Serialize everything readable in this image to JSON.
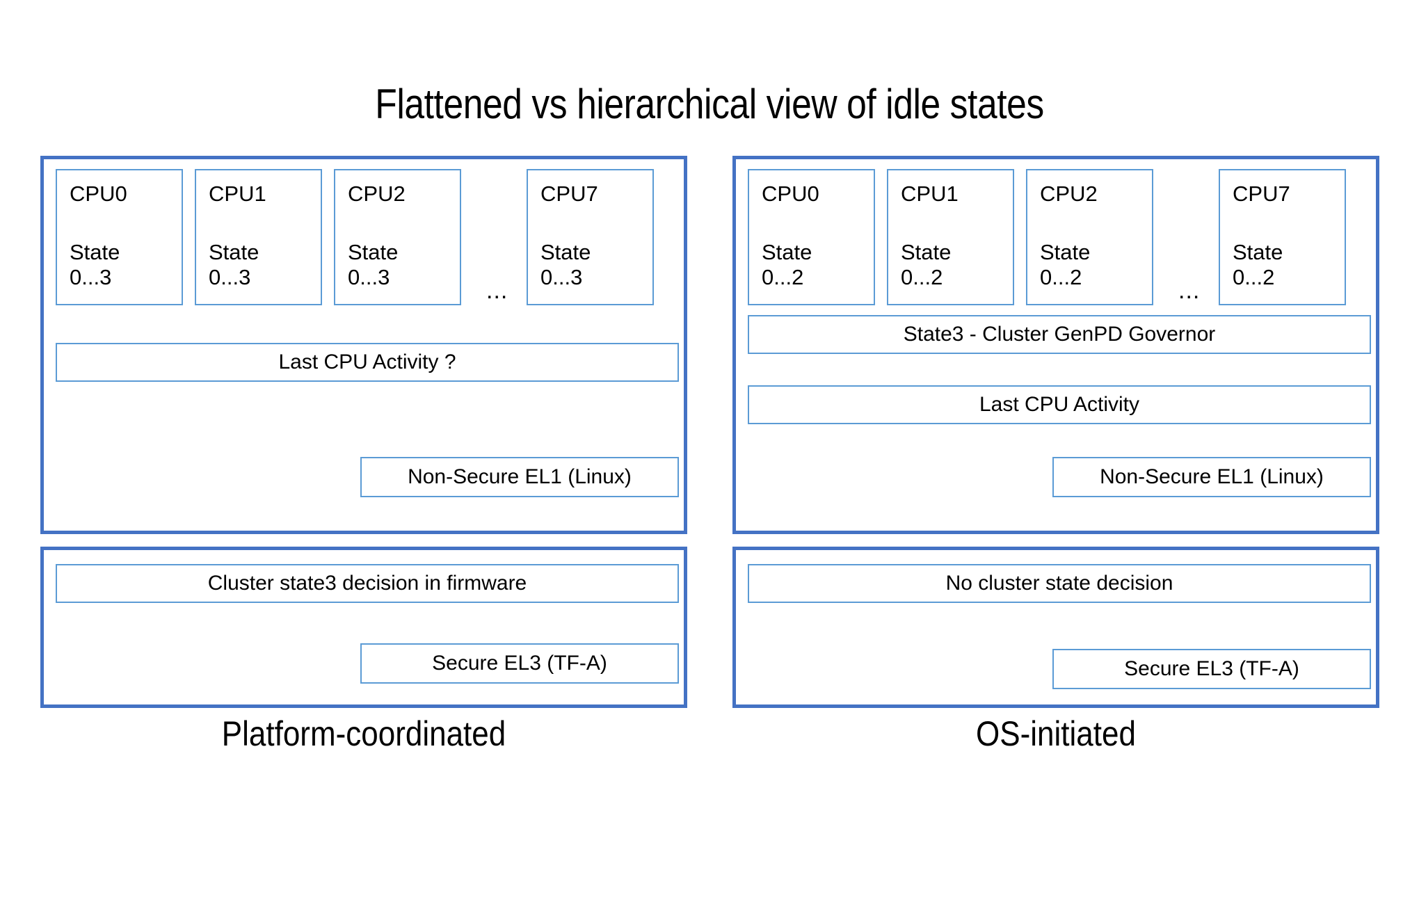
{
  "title": "Flattened vs hierarchical view of idle states",
  "colors": {
    "panel_border": "#4472C4",
    "box_border": "#5B9BD5",
    "background": "#FFFFFF",
    "text": "#000000"
  },
  "left_column": {
    "caption": "Platform-coordinated",
    "os_panel": {
      "cpus": [
        {
          "name": "CPU0",
          "state": "State\n0...3"
        },
        {
          "name": "CPU1",
          "state": "State\n0...3"
        },
        {
          "name": "CPU2",
          "state": "State\n0...3"
        },
        {
          "name": "CPU7",
          "state": "State\n0...3"
        }
      ],
      "ellipsis": "...",
      "activity_bar": "Last CPU Activity ?",
      "exception_level": "Non-Secure EL1 (Linux)"
    },
    "firmware_panel": {
      "decision_bar": "Cluster state3 decision in firmware",
      "exception_level": "Secure EL3 (TF-A)"
    }
  },
  "right_column": {
    "caption": "OS-initiated",
    "os_panel": {
      "cpus": [
        {
          "name": "CPU0",
          "state": "State\n0...2"
        },
        {
          "name": "CPU1",
          "state": "State\n0...2"
        },
        {
          "name": "CPU2",
          "state": "State\n0...2"
        },
        {
          "name": "CPU7",
          "state": "State\n0...2"
        }
      ],
      "ellipsis": "...",
      "governor_bar": "State3 - Cluster GenPD Governor",
      "activity_bar": "Last CPU Activity",
      "exception_level": "Non-Secure EL1 (Linux)"
    },
    "firmware_panel": {
      "decision_bar": "No cluster state decision",
      "exception_level": "Secure EL3 (TF-A)"
    }
  }
}
